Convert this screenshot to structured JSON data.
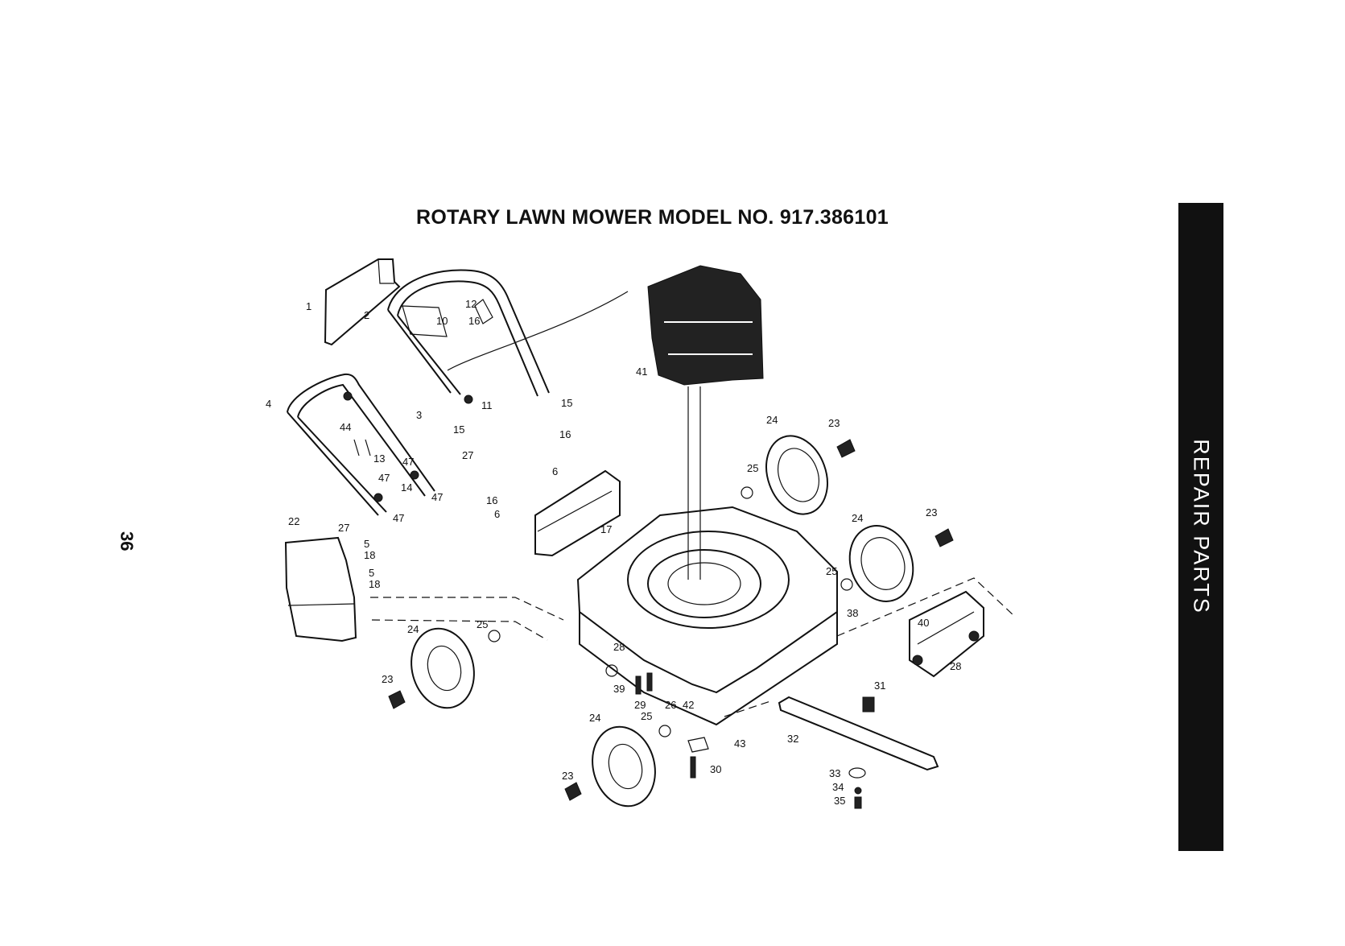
{
  "page": {
    "title": "ROTARY LAWN MOWER MODEL NO. 917.386101",
    "page_number": "36",
    "side_tab": "REPAIR PARTS"
  },
  "colors": {
    "ink": "#111111",
    "tab_background": "#111111",
    "tab_text": "#ffffff"
  },
  "callouts": [
    {
      "n": "1"
    },
    {
      "n": "2"
    },
    {
      "n": "10"
    },
    {
      "n": "12"
    },
    {
      "n": "16"
    },
    {
      "n": "15"
    },
    {
      "n": "41"
    },
    {
      "n": "4"
    },
    {
      "n": "44"
    },
    {
      "n": "3"
    },
    {
      "n": "11"
    },
    {
      "n": "15"
    },
    {
      "n": "13"
    },
    {
      "n": "47"
    },
    {
      "n": "27"
    },
    {
      "n": "47"
    },
    {
      "n": "14"
    },
    {
      "n": "47"
    },
    {
      "n": "47"
    },
    {
      "n": "27"
    },
    {
      "n": "16"
    },
    {
      "n": "6"
    },
    {
      "n": "16"
    },
    {
      "n": "6"
    },
    {
      "n": "17"
    },
    {
      "n": "24"
    },
    {
      "n": "23"
    },
    {
      "n": "25"
    },
    {
      "n": "24"
    },
    {
      "n": "23"
    },
    {
      "n": "25"
    },
    {
      "n": "22"
    },
    {
      "n": "5"
    },
    {
      "n": "18"
    },
    {
      "n": "5"
    },
    {
      "n": "18"
    },
    {
      "n": "24"
    },
    {
      "n": "25"
    },
    {
      "n": "23"
    },
    {
      "n": "38"
    },
    {
      "n": "40"
    },
    {
      "n": "28"
    },
    {
      "n": "28"
    },
    {
      "n": "39"
    },
    {
      "n": "29"
    },
    {
      "n": "26"
    },
    {
      "n": "42"
    },
    {
      "n": "31"
    },
    {
      "n": "24"
    },
    {
      "n": "25"
    },
    {
      "n": "43"
    },
    {
      "n": "30"
    },
    {
      "n": "23"
    },
    {
      "n": "32"
    },
    {
      "n": "33"
    },
    {
      "n": "34"
    },
    {
      "n": "35"
    }
  ]
}
